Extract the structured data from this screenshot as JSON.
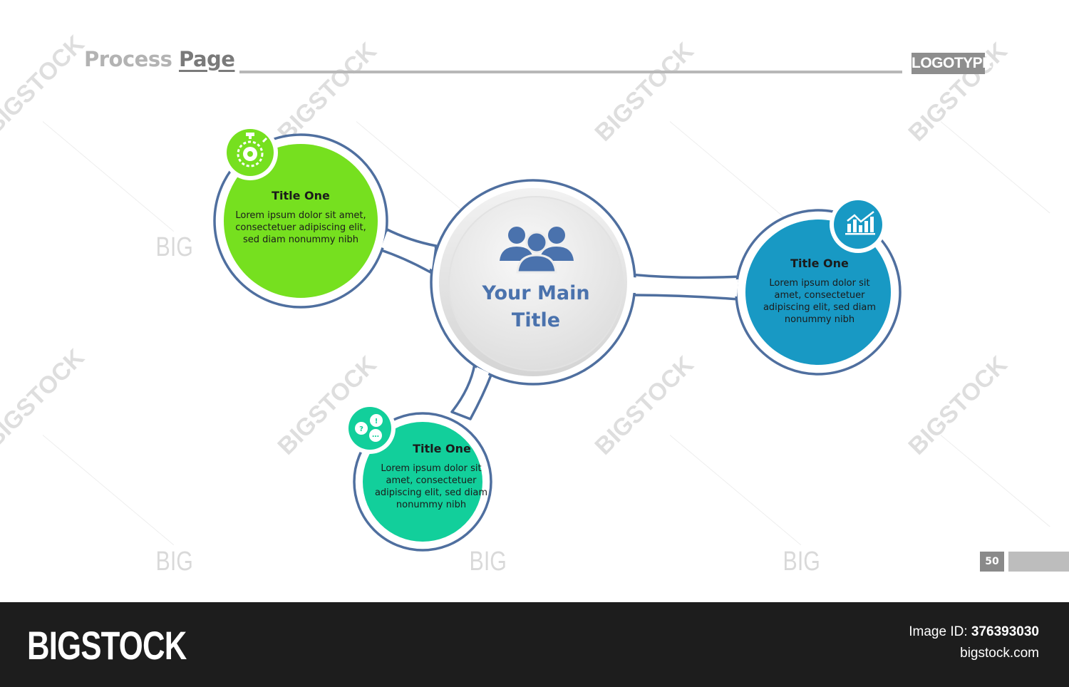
{
  "header": {
    "title_part1": "Process",
    "title_part2": "Page",
    "logotype": "LOGOTYPE"
  },
  "main": {
    "title": "Your Main Title"
  },
  "nodes": [
    {
      "id": "green",
      "title": "Title One",
      "body": "Lorem ipsum dolor sit amet, consectetuer adipiscing elit, sed diam nonummy nibh",
      "color": "#76e01f",
      "icon": "stopwatch-gear-icon"
    },
    {
      "id": "blue",
      "title": "Title One",
      "body": "Lorem ipsum dolor sit amet, consectetuer adipiscing elit, sed diam nonummy nibh",
      "color": "#1899c4",
      "icon": "bar-chart-icon"
    },
    {
      "id": "teal",
      "title": "Title One",
      "body": "Lorem ipsum dolor sit amet, consectetuer adipiscing elit, sed diam nonummy nibh",
      "color": "#12cf9b",
      "icon": "speech-bubbles-icon"
    }
  ],
  "colors": {
    "outline": "#4f6f9f",
    "main_text": "#4a72ad"
  },
  "page_number": "50",
  "watermarks": {
    "stock": "BIGSTOCK",
    "big": "BIG"
  },
  "footer": {
    "brand": "BIGSTOCK",
    "id_label": "Image ID:",
    "id_value": "376393030",
    "url": "bigstock.com"
  }
}
